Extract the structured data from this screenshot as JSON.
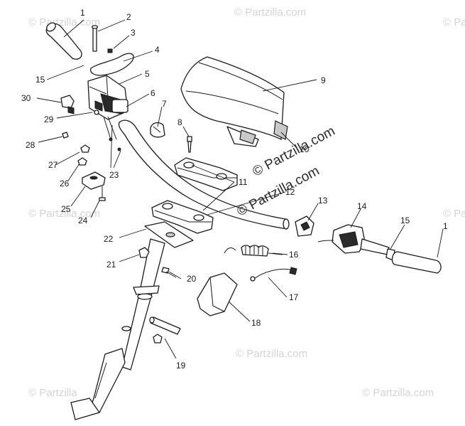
{
  "watermark": {
    "text": "© Partzilla.com",
    "text_short": "© Partzilla",
    "text_cut": "© Pa"
  },
  "callouts": {
    "c1": "1",
    "c2": "2",
    "c3": "3",
    "c4": "4",
    "c5": "5",
    "c6": "6",
    "c7": "7",
    "c8": "8",
    "c9": "9",
    "c10": "10",
    "c11": "11",
    "c12": "12",
    "c13": "13",
    "c14": "14",
    "c15": "15",
    "c15b": "15",
    "c1b": "1",
    "c16": "16",
    "c17": "17",
    "c18": "18",
    "c19": "19",
    "c20": "20",
    "c21": "21",
    "c22": "22",
    "c23": "23",
    "c24": "24",
    "c25": "25",
    "c26": "26",
    "c27": "27",
    "c28": "28",
    "c29": "29",
    "c30": "30"
  }
}
